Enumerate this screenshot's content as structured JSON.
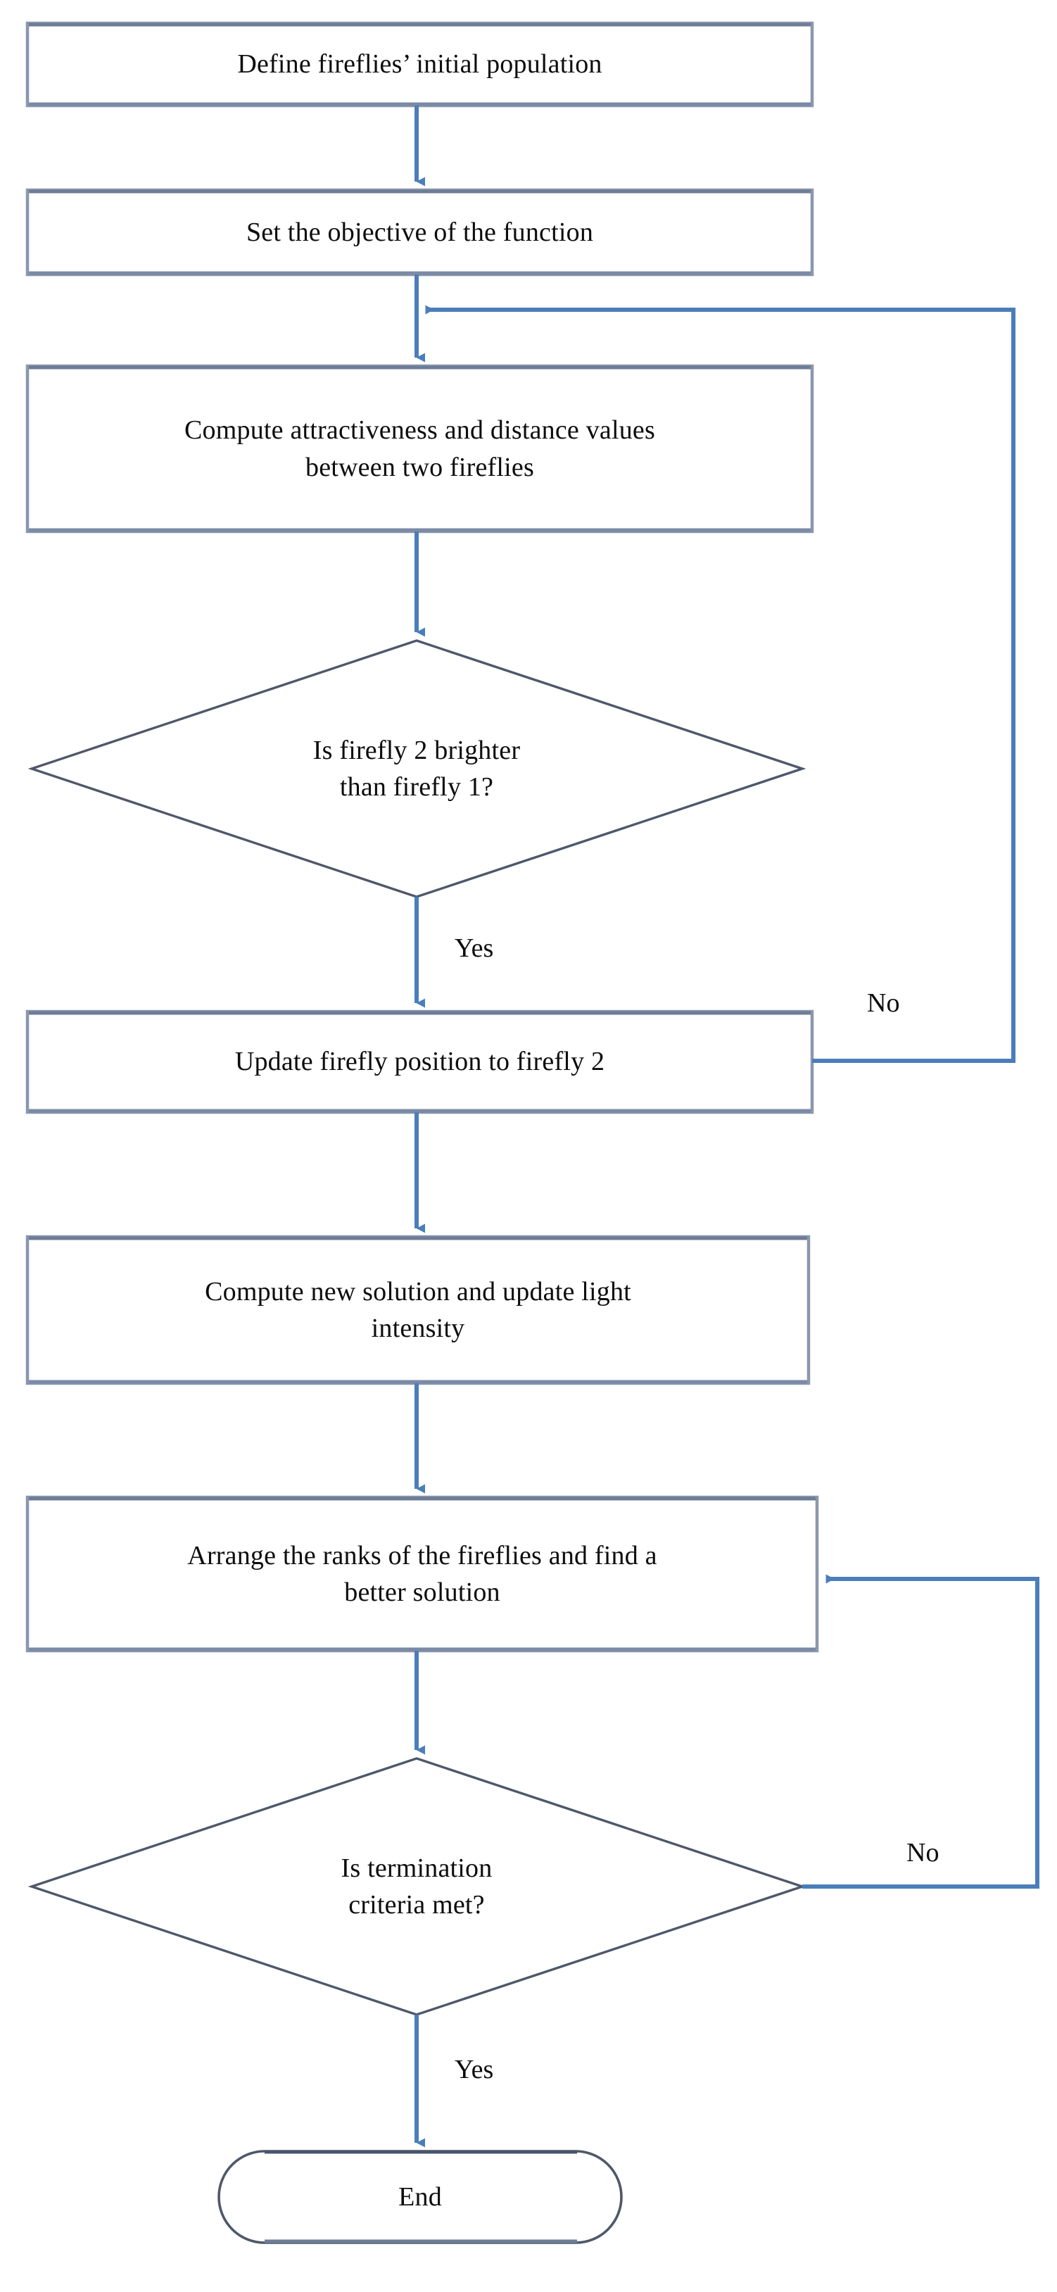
{
  "diagram": {
    "title": "Firefly Algorithm Flowchart",
    "type": "flowchart",
    "orientation": "top-to-bottom",
    "colors": {
      "process_border": "#8a97ae",
      "process_fill": "#ffffff",
      "decision_border": "#4e586a",
      "decision_fill": "#ffffff",
      "terminator_border": "#4e586a",
      "terminator_fill": "#ffffff",
      "connector": "#4a7ebb",
      "text": "#0d0d0d",
      "background": "#ffffff"
    }
  },
  "nodes": [
    {
      "id": "define-population",
      "shape": "process",
      "label": "Define fireflies’ initial population"
    },
    {
      "id": "set-objective",
      "shape": "process",
      "label": "Set the objective of the function"
    },
    {
      "id": "compute-attractiveness",
      "shape": "process",
      "label": "Compute attractiveness and distance values\nbetween two fireflies"
    },
    {
      "id": "is-firefly2-brighter",
      "shape": "decision",
      "label": "Is firefly 2 brighter\nthan firefly 1?"
    },
    {
      "id": "update-firefly-position",
      "shape": "process",
      "label": "Update firefly position to firefly 2"
    },
    {
      "id": "compute-new-solution",
      "shape": "process",
      "label": "Compute new solution and update light\nintensity"
    },
    {
      "id": "arrange-ranks",
      "shape": "process",
      "label": "Arrange the ranks of the fireflies and find a\nbetter solution"
    },
    {
      "id": "is-termination-met",
      "shape": "decision",
      "label": "Is termination\ncriteria met?"
    },
    {
      "id": "end",
      "shape": "terminator",
      "label": "End"
    }
  ],
  "edges": [
    {
      "id": "e1",
      "from": "define-population",
      "to": "set-objective",
      "label": ""
    },
    {
      "id": "e2",
      "from": "set-objective",
      "to": "compute-attractiveness",
      "label": ""
    },
    {
      "id": "e3",
      "from": "compute-attractiveness",
      "to": "is-firefly2-brighter",
      "label": ""
    },
    {
      "id": "e4",
      "from": "is-firefly2-brighter",
      "to": "update-firefly-position",
      "label": "Yes"
    },
    {
      "id": "e5",
      "from": "update-firefly-position",
      "to": "compute-attractiveness",
      "label": "No"
    },
    {
      "id": "e6",
      "from": "update-firefly-position",
      "to": "compute-new-solution",
      "label": ""
    },
    {
      "id": "e7",
      "from": "compute-new-solution",
      "to": "arrange-ranks",
      "label": ""
    },
    {
      "id": "e8",
      "from": "arrange-ranks",
      "to": "is-termination-met",
      "label": ""
    },
    {
      "id": "e9",
      "from": "is-termination-met",
      "to": "arrange-ranks",
      "label": "No"
    },
    {
      "id": "e10",
      "from": "is-termination-met",
      "to": "end",
      "label": "Yes"
    }
  ],
  "edge_labels": {
    "yes_branch_brighter": "Yes",
    "no_branch_brighter": "No",
    "no_branch_termination": "No",
    "yes_branch_termination": "Yes"
  }
}
